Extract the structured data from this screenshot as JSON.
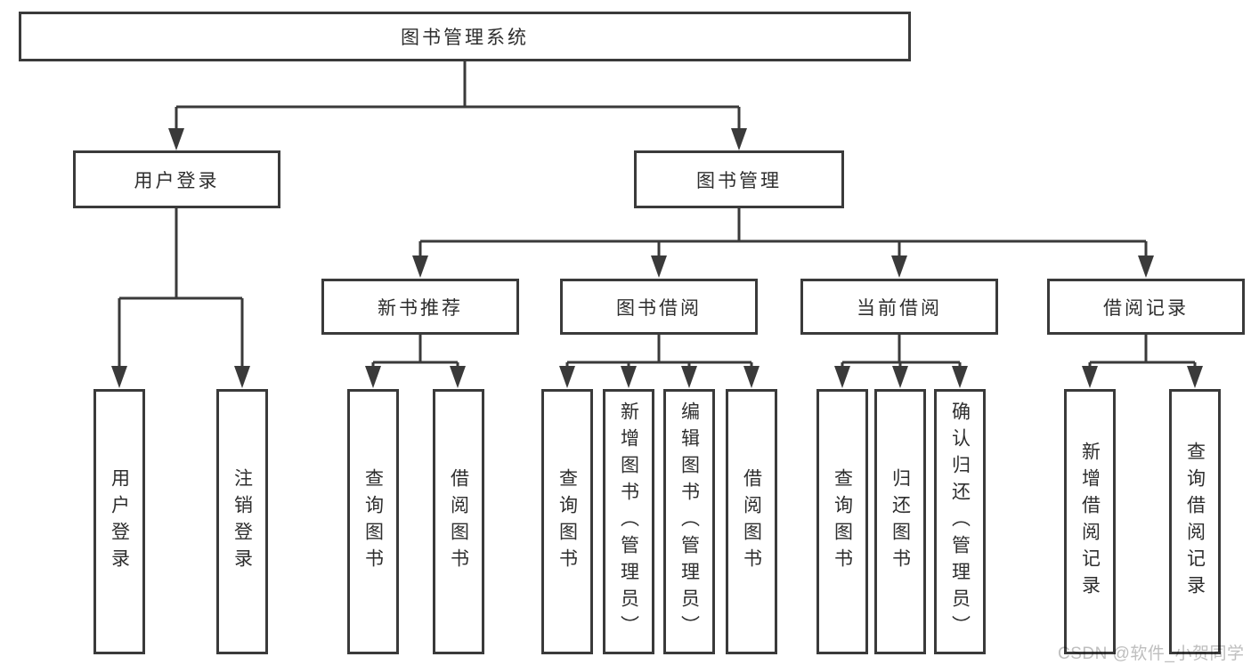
{
  "tree": {
    "root": {
      "label": "图书管理系统"
    },
    "branches": [
      {
        "label": "用户登录",
        "children": [
          {
            "label": "用户登录"
          },
          {
            "label": "注销登录"
          }
        ]
      },
      {
        "label": "图书管理",
        "groups": [
          {
            "label": "新书推荐",
            "children": [
              {
                "label": "查询图书"
              },
              {
                "label": "借阅图书"
              }
            ]
          },
          {
            "label": "图书借阅",
            "children": [
              {
                "label": "查询图书"
              },
              {
                "label": "新增图书（管理员）"
              },
              {
                "label": "编辑图书（管理员）"
              },
              {
                "label": "借阅图书"
              }
            ]
          },
          {
            "label": "当前借阅",
            "children": [
              {
                "label": "查询图书"
              },
              {
                "label": "归还图书"
              },
              {
                "label": "确认归还（管理员）"
              }
            ]
          },
          {
            "label": "借阅记录",
            "children": [
              {
                "label": "新增借阅记录"
              },
              {
                "label": "查询借阅记录"
              }
            ]
          }
        ]
      }
    ]
  },
  "watermark": "CSDN @软件_小贺同学",
  "colors": {
    "line": "#3a3a3a",
    "text": "#2e2e2e",
    "watermark": "#bdbdbd",
    "background": "#ffffff"
  }
}
